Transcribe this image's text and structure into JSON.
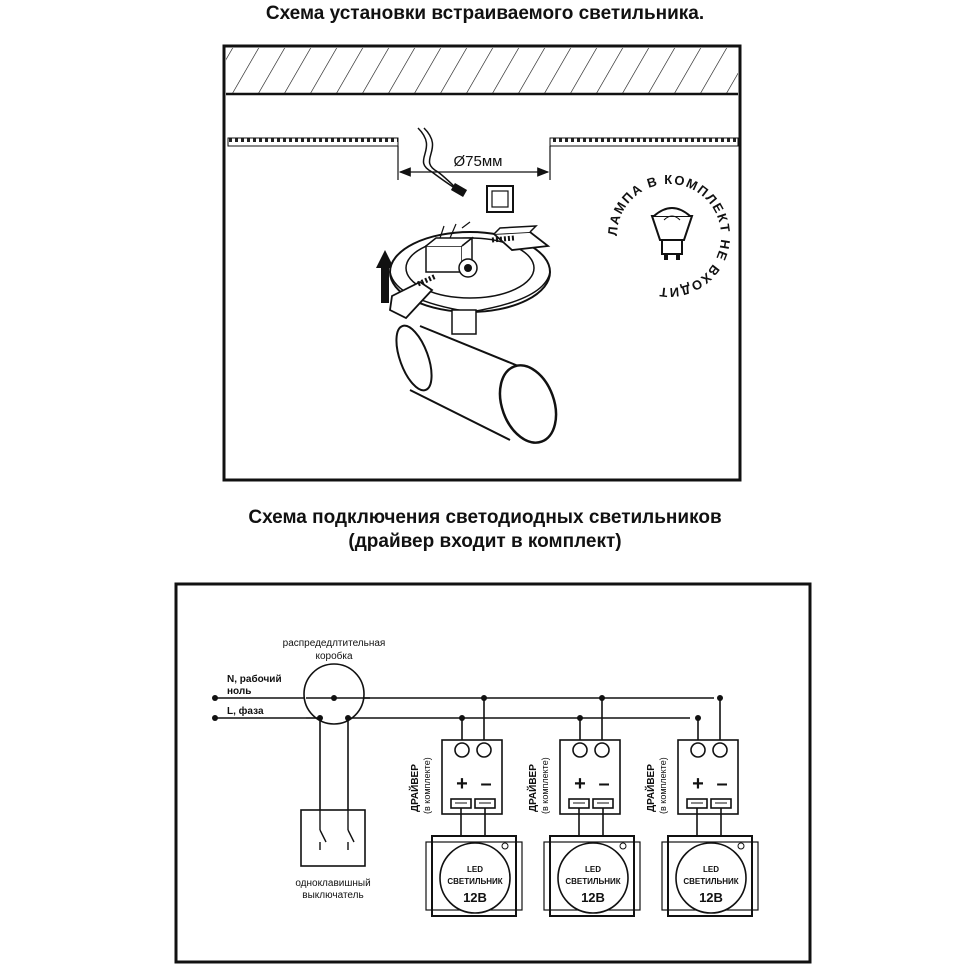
{
  "install_scheme": {
    "title": "Схема установки встраиваемого светильника.",
    "diameter_label": "Ø75мм",
    "lamp_badge_text": "ЛАМПА В КОМПЛЕКТ НЕ ВХОДИТ"
  },
  "wiring_scheme": {
    "title_line1": "Схема подключения светодиодных светильников",
    "title_line2": "(драйвер входит в комплект)",
    "junction_box_label": [
      "распредедлтительная",
      "коробка"
    ],
    "neutral_label": [
      "N, рабочий",
      "ноль"
    ],
    "phase_label": "L, фаза",
    "switch_label": [
      "одноклавишный",
      "выключатель"
    ],
    "driver_label": [
      "ДРАЙВЕР",
      "(в комплекте)"
    ],
    "plus_sign": "+",
    "minus_sign": "–",
    "fixtures": [
      {
        "label_line1": "LED",
        "label_line2": "СВЕТИЛЬНИК",
        "voltage": "12В"
      },
      {
        "label_line1": "LED",
        "label_line2": "СВЕТИЛЬНИК",
        "voltage": "12В"
      },
      {
        "label_line1": "LED",
        "label_line2": "СВЕТИЛЬНИК",
        "voltage": "12В"
      }
    ]
  }
}
